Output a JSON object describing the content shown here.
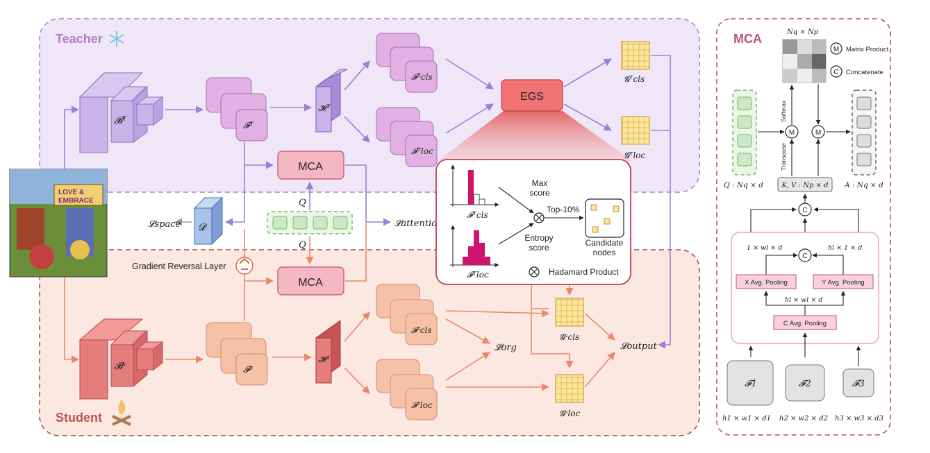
{
  "colors": {
    "teacher_region": "#efe6f8",
    "teacher_border": "#b07cc6",
    "student_region": "#fbe8e0",
    "student_border": "#9a4a4a",
    "teacher_block": "#c9b3e8",
    "teacher_feature": "#e3b0e3",
    "student_block": "#e57d7d",
    "student_feature": "#f7c1a8",
    "mca_box": "#f6b7c5",
    "egs_box": "#f07272",
    "grid_cell": "#fbe6a0",
    "query_green": "#cfe7c9",
    "mca_panel_border": "#b24a78",
    "arrow_purple": "#9a80d6",
    "arrow_orange": "#e8896a"
  },
  "icons": {
    "teacher": "snowflake-icon",
    "student": "campfire-icon",
    "grl": "recycle-icon",
    "hadamard": "circled-times-icon"
  },
  "teacher": {
    "title": "Teacher",
    "backbone": "𝓑ᵀ",
    "feature": "𝓕ᵀ",
    "head": "𝓗ᵀ",
    "f_cls": "𝓕ᵀcls",
    "f_loc": "𝓕ᵀloc",
    "g_cls": "𝓖ᵀcls",
    "g_loc": "𝓖ᵀloc"
  },
  "student": {
    "title": "Student",
    "backbone": "𝓑ˢ",
    "feature": "𝓕ˢ",
    "head": "𝓗ˢ",
    "f_cls": "𝓕ˢcls",
    "f_loc": "𝓕ˢloc",
    "g_cls": "𝓖ˢcls",
    "g_loc": "𝓖ˢloc"
  },
  "egs": {
    "label": "EGS",
    "f_cls": "𝓕ᵀcls",
    "f_loc": "𝓕ᵀloc",
    "max_score": "Max\nscore",
    "entropy_score": "Entropy\nscore",
    "top10": "Top-10%",
    "candidate": "Candidate\nnodes",
    "hadamard": "Hadamard Product"
  },
  "middle": {
    "mca_label": "MCA",
    "q_label": "Q",
    "discriminator": "𝓓",
    "l_space": "𝓛space",
    "l_attention": "𝓛attention",
    "l_org": "𝓛org",
    "l_output": "𝓛output",
    "grl": "Gradient Reversal Layer"
  },
  "mca_panel": {
    "title": "MCA",
    "attn_size": "Nq × Np",
    "legend_m": "Matrix Product",
    "legend_c": "Concatenate",
    "softmax": "Softmax",
    "transpose": "Transpose",
    "q_shape": "Q : Nq × d",
    "kv_shape": "K, V : Np × d",
    "a_shape": "A : Nq × d",
    "dim_x": "1 × wl × d",
    "dim_y": "hl × 1 × d",
    "dim_c": "hl × wl × d",
    "x_pool": "X Avg. Pooling",
    "y_pool": "Y Avg. Pooling",
    "c_pool": "C Avg. Pooling",
    "f1": "𝓕1",
    "f2": "𝓕2",
    "f3": "𝓕3",
    "s1": "h1 × w1 × d1",
    "s2": "h2 × w2 × d2",
    "s3": "h3 × w3 × d3",
    "m": "M",
    "c": "C"
  },
  "image": {
    "caption_top": "LOVE &",
    "caption_bottom": "EMBRACE"
  }
}
